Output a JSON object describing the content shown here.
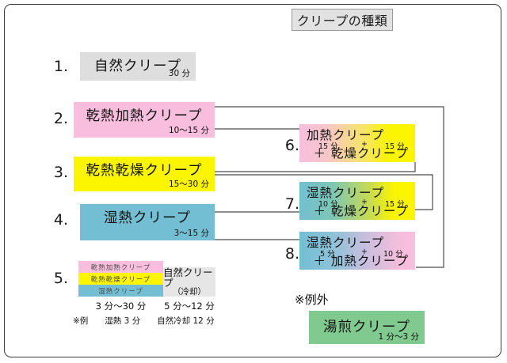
{
  "title": "クリープの種類",
  "items": [
    {
      "num": "1.",
      "label": "自然クリープ",
      "duration": "30 分",
      "color": "#dedede"
    },
    {
      "num": "2.",
      "label": "乾熱加熱クリープ",
      "duration": "10〜15 分",
      "color": "#f9bedd"
    },
    {
      "num": "3.",
      "label": "乾熱乾燥クリープ",
      "duration": "15〜30 分",
      "color": "#fbf500"
    },
    {
      "num": "4.",
      "label": "湿熱クリープ",
      "duration": "3〜15 分",
      "color": "#74bed3"
    }
  ],
  "item5": {
    "num": "5.",
    "stack": [
      {
        "label": "乾熱加熱クリープ",
        "color": "#f9bedd"
      },
      {
        "label": "乾熱乾燥クリープ",
        "color": "#fbf500"
      },
      {
        "label": "湿熱クリープ",
        "color": "#74bed3"
      }
    ],
    "cool_line1": "自然クリープ",
    "cool_line2": "（冷却）",
    "stack_duration": "3 分〜30 分",
    "cool_duration": "5 分〜12 分",
    "note": "※例　　湿熱 3 分　　自然冷却 12 分"
  },
  "combos": [
    {
      "num": "6.",
      "top_label": "加熱クリープ",
      "bottom_label": "＋ 乾燥クリープ",
      "time_left": "15 分",
      "plus": "+",
      "time_right": "15 分",
      "gradient_from": "#f9bedd",
      "gradient_to": "#fbf500"
    },
    {
      "num": "7.",
      "top_label": "湿熱クリープ",
      "bottom_label": "＋ 乾燥クリープ",
      "time_left": "10 分",
      "plus": "+",
      "time_right": "15 分",
      "gradient_from": "#74bed3",
      "gradient_to": "#fbf500"
    },
    {
      "num": "8.",
      "top_label": "湿熱クリープ",
      "bottom_label": "＋ 加熱クリープ",
      "time_left": "5 分",
      "plus": "+",
      "time_right": "10 分",
      "gradient_from": "#74bed3",
      "gradient_to": "#f9bedd"
    }
  ],
  "exception": {
    "heading": "※例外",
    "label": "湯煎クリープ",
    "duration": "1 分〜3 分",
    "color": "#80ca8f"
  }
}
